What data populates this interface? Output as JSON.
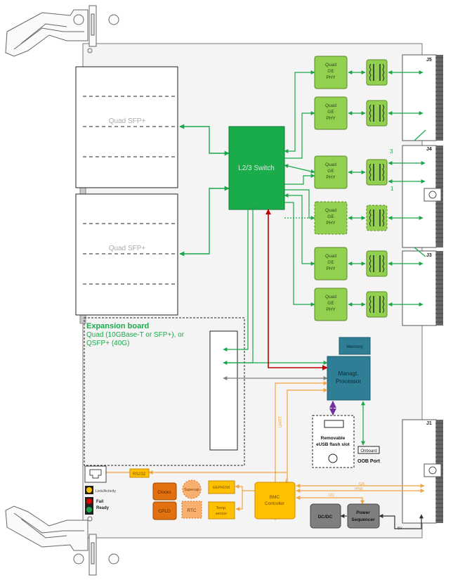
{
  "sfp": {
    "top": "Quad SFP+",
    "bottom": "Quad SFP+"
  },
  "switch": {
    "label": "L2/3 Switch"
  },
  "phy": {
    "line1": "Quad",
    "line2": "GE",
    "line3": "PHY"
  },
  "connectors": {
    "j5": "J5",
    "j4": "J4",
    "j3": "J3",
    "j1": "J1"
  },
  "ports": {
    "p3": "3",
    "p1": "1"
  },
  "expansion": {
    "title": "Expansion board",
    "line1": "Quad (10GBase-T or  SFP+), or",
    "line2": "QSFP+ (40G)"
  },
  "memory": {
    "label": "Memory"
  },
  "mgmt": {
    "line1": "Managt.",
    "line2": "Processor"
  },
  "usb": {
    "line1": "Removable",
    "line2": "eUSB flash slot"
  },
  "onboard": {
    "label": "Onboard",
    "oob": "OOB Port"
  },
  "uart": {
    "label": "UART"
  },
  "rs232": {
    "label": "RS232"
  },
  "leds": {
    "link": "Link/Activity",
    "fail": "Fail",
    "ready": "Ready"
  },
  "blocks": {
    "clocks": "Clocks",
    "cpld": "CPLD",
    "supercap": "Supercap",
    "rtc": "RTC",
    "eeprom": "EEPROM",
    "temp1": "Temp.",
    "temp2": "sensor"
  },
  "bmc": {
    "line1": "BMC",
    "line2": "Controller"
  },
  "buses": {
    "ga": "GA",
    "ipmi": "IPMI",
    "i2c": "I2C",
    "v5": "5V"
  },
  "power": {
    "dcdc": "DC/DC",
    "seq1": "Power",
    "seq2": "Sequencer"
  },
  "colors": {
    "green": "#19a74a",
    "phy": "#92d050",
    "switch": "#1aab4a",
    "orange": "#f4a341",
    "bmc": "#ffc000",
    "mgmt": "#2e7e96",
    "red": "#c00000",
    "purple": "#7030a0",
    "grey": "#7f7f7f"
  }
}
